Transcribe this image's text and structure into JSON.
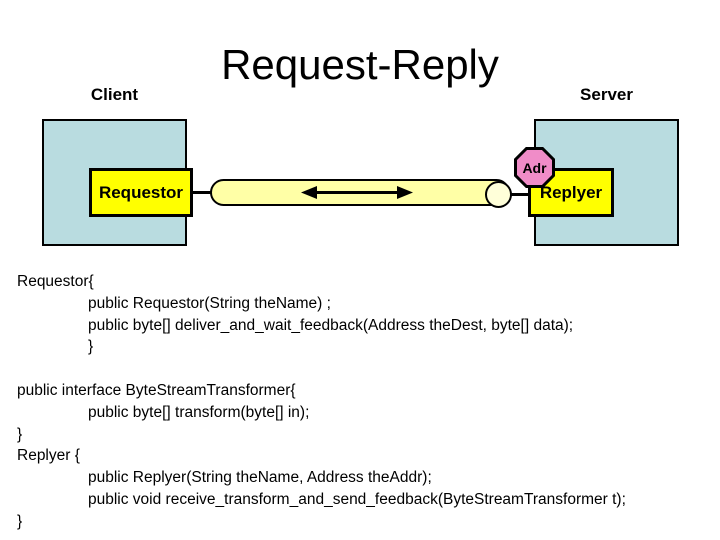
{
  "slide_title": "Request-Reply",
  "diagram": {
    "client_label": "Client",
    "server_label": "Server",
    "requestor_label": "Requestor",
    "replyer_label": "Replyer",
    "adr_label": "Adr"
  },
  "colors": {
    "container_fill": "#b9dce0",
    "component_fill": "#ffff00",
    "channel_fill": "#ffffa6",
    "port_fill": "#ffffd9",
    "address_fill": "#f08cc8",
    "outline": "#000000",
    "background": "#ffffff",
    "text": "#000000"
  },
  "code": {
    "lines": [
      {
        "text": "Requestor{",
        "indent": false
      },
      {
        "text": "public Requestor(String theName) ;",
        "indent": true
      },
      {
        "text": "public byte[] deliver_and_wait_feedback(Address theDest, byte[] data);",
        "indent": true
      },
      {
        "text": "}",
        "indent": true
      },
      {
        "text": "",
        "indent": false
      },
      {
        "text": "public interface ByteStreamTransformer{",
        "indent": false
      },
      {
        "text": "public byte[] transform(byte[] in);",
        "indent": true
      },
      {
        "text": "}",
        "indent": false
      },
      {
        "text": "Replyer {",
        "indent": false
      },
      {
        "text": "public Replyer(String theName, Address theAddr);",
        "indent": true
      },
      {
        "text": "public void receive_transform_and_send_feedback(ByteStreamTransformer t);",
        "indent": true
      },
      {
        "text": "}",
        "indent": false
      }
    ]
  }
}
